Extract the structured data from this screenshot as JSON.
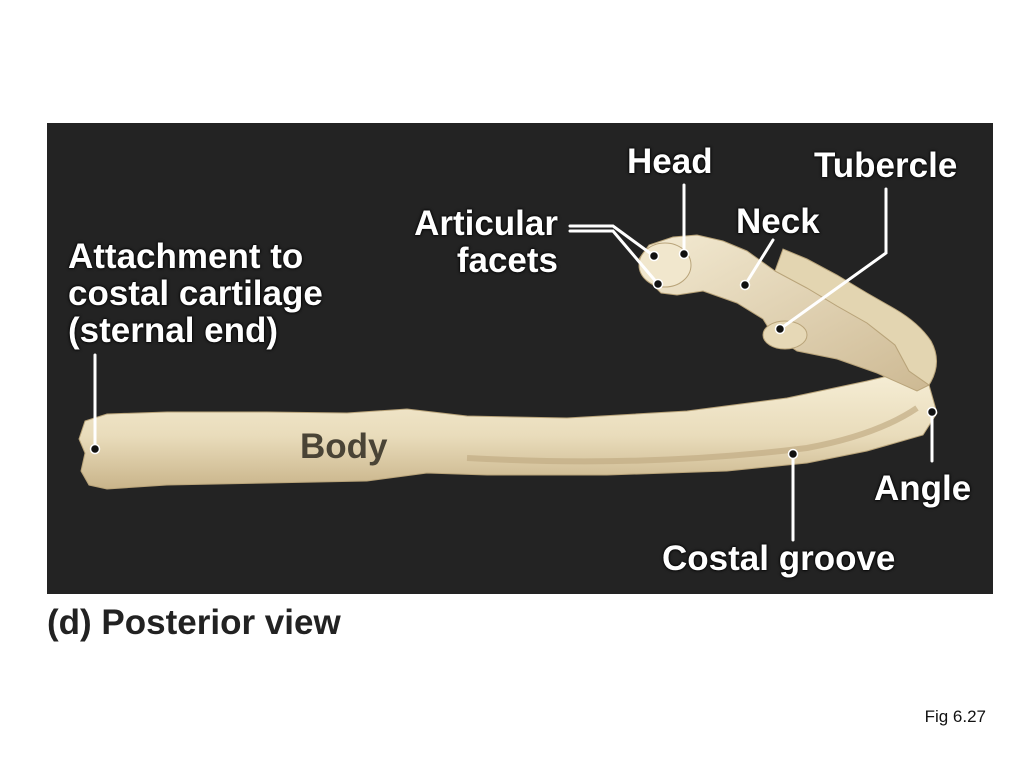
{
  "figure": {
    "caption": "(d) Posterior view",
    "reference": "Fig 6.27",
    "colors": {
      "background": "#232323",
      "bone": "#ede2c4",
      "label": "#ffffff"
    },
    "labels": {
      "head": "Head",
      "tubercle": "Tubercle",
      "neck": "Neck",
      "articular_facets": [
        "Articular",
        "facets"
      ],
      "attachment": [
        "Attachment to",
        "costal cartilage",
        "(sternal end)"
      ],
      "body": "Body",
      "angle": "Angle",
      "costal_groove": "Costal groove"
    }
  }
}
